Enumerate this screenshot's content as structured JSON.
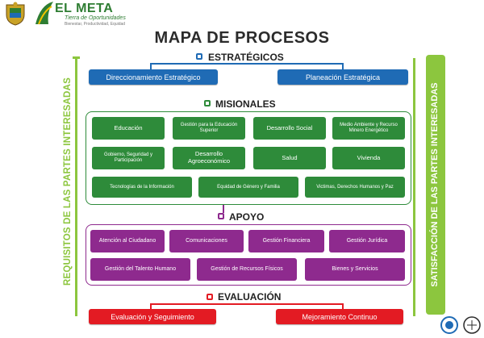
{
  "header": {
    "logo_left_name": "coat-of-arms",
    "logo_right_brand": "EL META",
    "logo_right_tagline": "Tierra de Oportunidades",
    "logo_right_subtagline": "Bienestar, Productividad, Equidad"
  },
  "title": "MAPA DE PROCESOS",
  "left_side": "REQUISITOS DE LAS PARTES INTERESADAS",
  "right_side": "SATISFACCIÓN DE LAS PARTES INTERESADAS",
  "strategic": {
    "label": "ESTRATÉGICOS",
    "items": [
      "Direccionamiento Estratégico",
      "Planeación Estratégica"
    ]
  },
  "missional": {
    "label": "MISIONALES",
    "items": [
      "Educación",
      "Gestión para la Educación Superior",
      "Desarrollo Social",
      "Medio Ambiente y Recurso Minero Energético",
      "Gobierno, Seguridad y Participación",
      "Desarrollo Agroeconómico",
      "Salud",
      "Vivienda",
      "Tecnologías de la Información",
      "Equidad de Género y Familia",
      "Victimas, Derechos Humanos y Paz"
    ]
  },
  "support": {
    "label": "APOYO",
    "items": [
      "Atención al Ciudadano",
      "Comunicaciones",
      "Gestión Financiera",
      "Gestión Jurídica",
      "Gestión del Talento Humano",
      "Gestión de Recursos Físicos",
      "Bienes y Servicios"
    ]
  },
  "evaluation": {
    "label": "EVALUACIÓN",
    "items": [
      "Evaluación y Seguimiento",
      "Mejoramiento Continuo"
    ]
  },
  "colors": {
    "strategic": "#1f6bb5",
    "missional": "#2e8b3a",
    "support": "#8e2a8e",
    "evaluation": "#e31b23",
    "stakeholders": "#8cc63e"
  }
}
